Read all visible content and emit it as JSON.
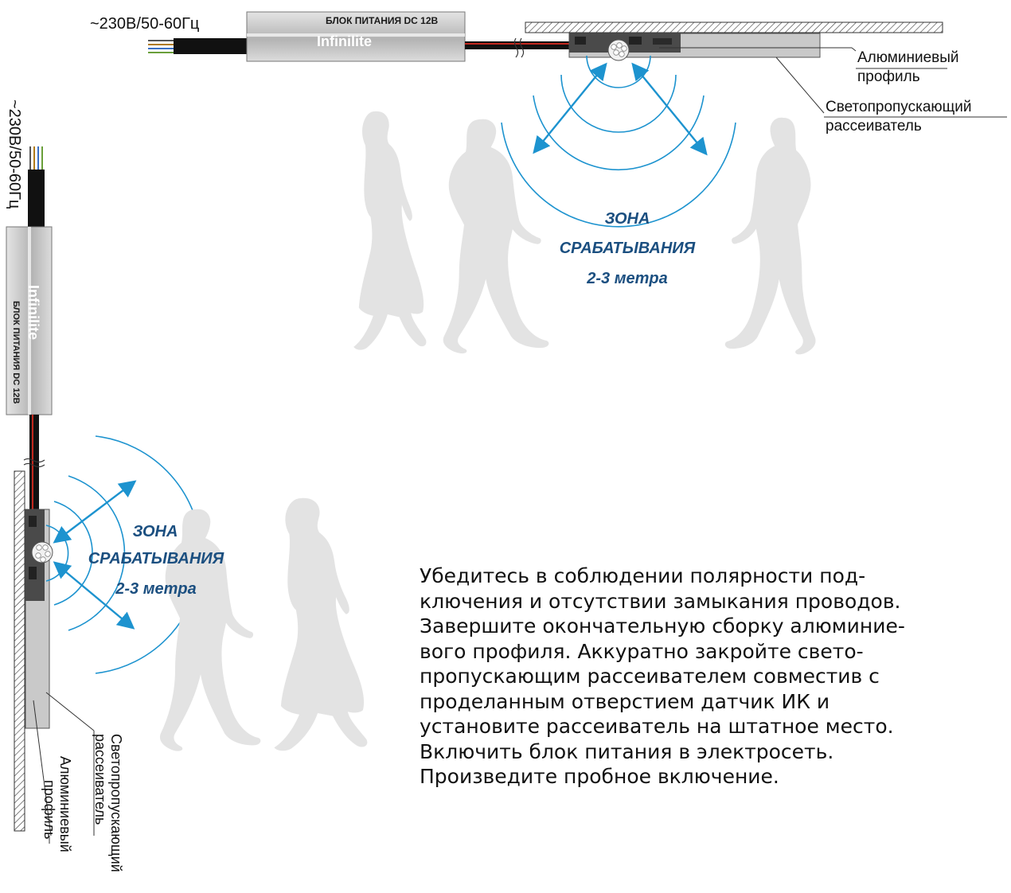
{
  "colors": {
    "accent": "#1d93cf",
    "zone_text": "#1b4f80",
    "silhouette": "#e3e3e3"
  },
  "top_diagram": {
    "mains_label": "~230В/50-60Гц",
    "psu_title": "БЛОК ПИТАНИЯ DC 12В",
    "psu_brand": "Infinilite",
    "profile_label_1": "Алюминиевый",
    "profile_label_2": "профиль",
    "diffuser_label_1": "Светопропускающий",
    "diffuser_label_2": "рассеиватель",
    "zone_line_1": "ЗОНА",
    "zone_line_2": "СРАБАТЫВАНИЯ",
    "zone_line_3": "2-3 метра"
  },
  "side_diagram": {
    "mains_label": "~230В/50-60Гц",
    "psu_title": "БЛОК ПИТАНИЯ DC 12В",
    "psu_brand": "Infinilite",
    "profile_label_1": "Алюминиевый",
    "profile_label_2": "профиль",
    "diffuser_label_1": "Светопропускающий",
    "diffuser_label_2": "рассеиватель",
    "zone_line_1": "ЗОНА",
    "zone_line_2": "СРАБАТЫВАНИЯ",
    "zone_line_3": "2-3 метра"
  },
  "instructions": [
    "Убедитесь в соблюдении полярности под-",
    "ключения и отсутствии замыкания проводов.",
    "Завершите окончательную сборку алюминие-",
    "вого профиля. Аккуратно закройте свето-",
    "пропускающим рассеивателем совместив с",
    "проделанным отверстием датчик ИК и",
    "установите рассеиватель на штатное место.",
    "Включить блок питания в электросеть.",
    "Произведите пробное включение."
  ]
}
